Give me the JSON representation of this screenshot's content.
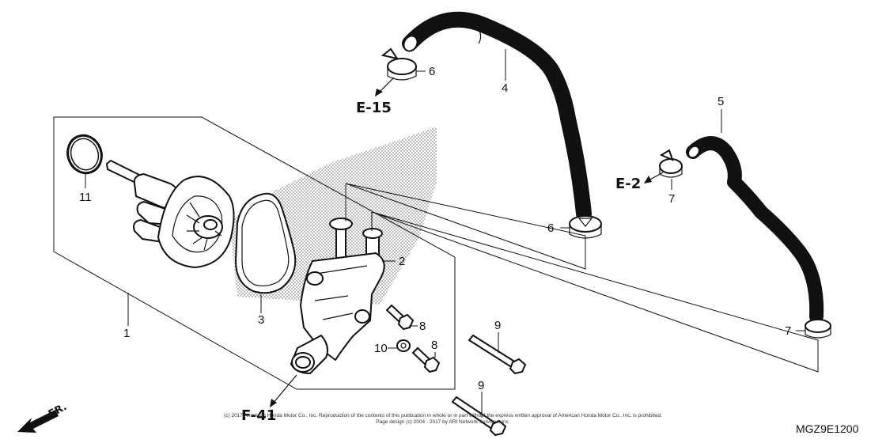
{
  "diagram": {
    "callouts": [
      "1",
      "2",
      "3",
      "4",
      "5",
      "6",
      "6",
      "7",
      "7",
      "8",
      "8",
      "9",
      "9",
      "10",
      "11"
    ],
    "references": [
      "E-15",
      "E-2",
      "F-41"
    ],
    "direction_label": "FR.",
    "drawing_code": "MGZ9E1200",
    "copyright": [
      "(c) 2017 American Honda Motor Co., Inc. Reproduction of the contents of this publication in whole or in part without the express written approval of American Honda Motor Co., Inc. is prohibited.",
      "Page design (c) 2004 - 2017 by ARI Network Services, Inc."
    ]
  }
}
